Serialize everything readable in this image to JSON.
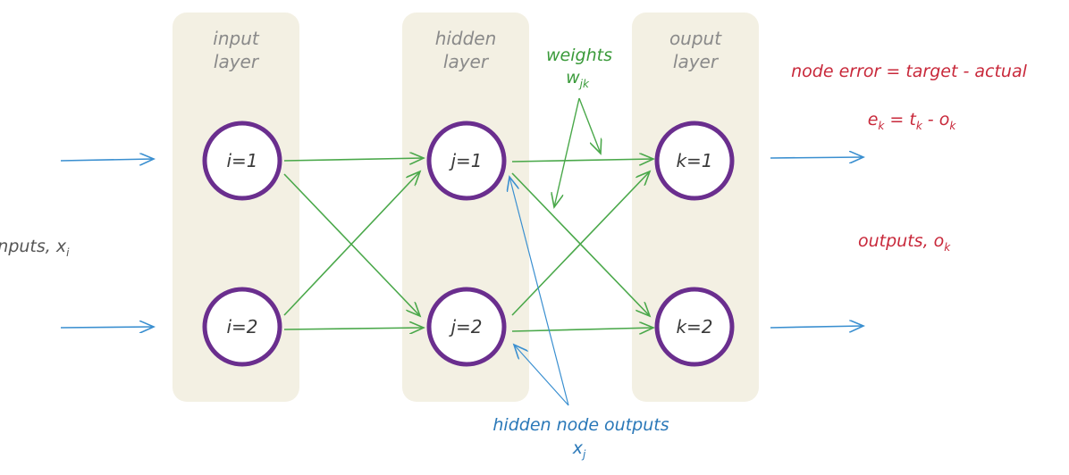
{
  "layers": [
    {
      "label_line1": "input",
      "label_line2": "layer",
      "nodes": [
        "i=1",
        "i=2"
      ]
    },
    {
      "label_line1": "hidden",
      "label_line2": "layer",
      "nodes": [
        "j=1",
        "j=2"
      ]
    },
    {
      "label_line1": "ouput",
      "label_line2": "layer",
      "nodes": [
        "k=1",
        "k=2"
      ]
    }
  ],
  "annotations": {
    "inputs": {
      "text": "inputs, x",
      "subscript": "i"
    },
    "weights": {
      "line1": "weights",
      "symbol": "w",
      "subscript": "jk"
    },
    "node_error": "node error = target - actual",
    "error_formula": {
      "e": "e",
      "e_sub": "k",
      "eq": " = ",
      "t": "t",
      "t_sub": "k",
      "minus": " - ",
      "o": "o",
      "o_sub": "k"
    },
    "outputs": {
      "text": "outputs, o",
      "subscript": "k"
    },
    "hidden_outputs": {
      "line1": "hidden node outputs",
      "symbol": "x",
      "subscript": "j"
    }
  },
  "colors": {
    "layer_panel": "#f3f0e3",
    "node_ring": "#6a2e8e",
    "connection": "#4aa84a",
    "io_arrow": "#3a8fd0",
    "error_text": "#c8283a",
    "weights_text": "#3a9a3a",
    "hidden_outputs_text": "#2a78b8"
  }
}
